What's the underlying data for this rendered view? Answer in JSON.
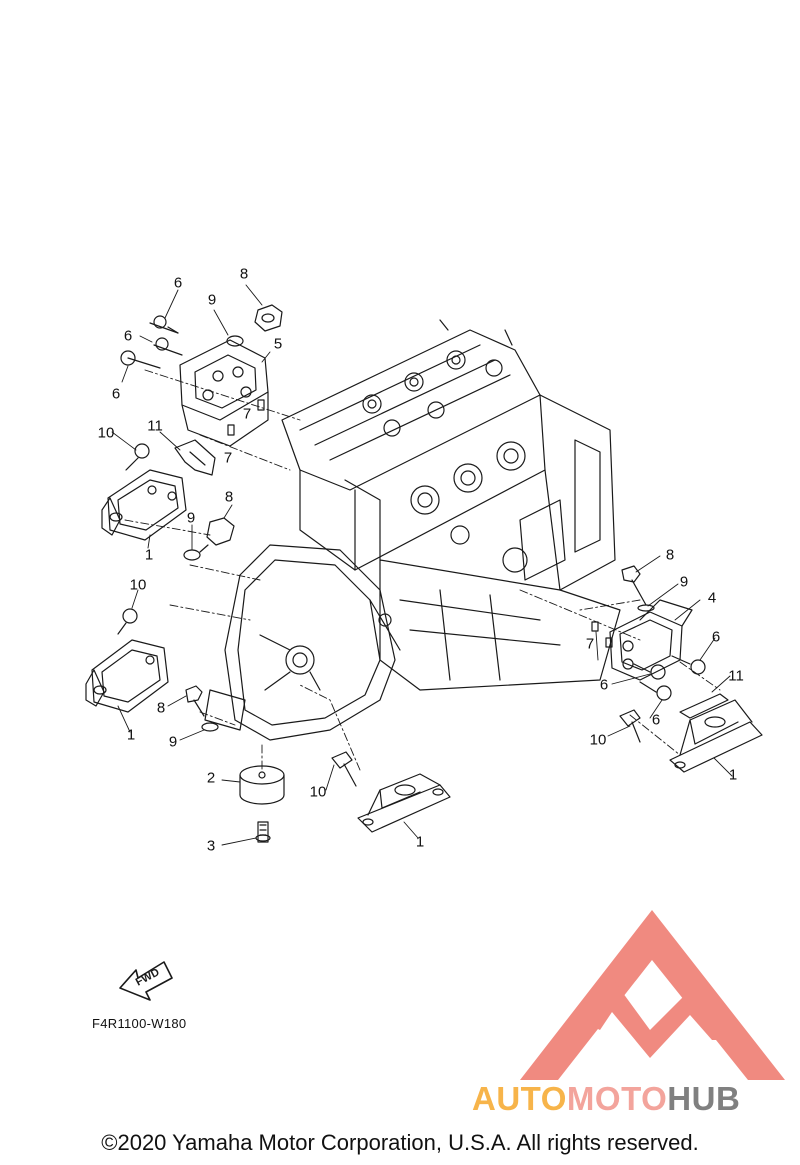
{
  "diagram": {
    "callouts": {
      "c1": "1",
      "c2": "1",
      "c3": "1",
      "c4": "1",
      "c5": "2",
      "c6": "3",
      "c7": "4",
      "c8": "5",
      "c9": "6",
      "c10": "6",
      "c11": "6",
      "c12": "6",
      "c13": "6",
      "c14": "6",
      "c15": "7",
      "c16": "7",
      "c17": "7",
      "c18": "8",
      "c19": "8",
      "c20": "8",
      "c21": "8",
      "c22": "9",
      "c23": "9",
      "c24": "9",
      "c25": "9",
      "c26": "10",
      "c27": "10",
      "c28": "10",
      "c29": "10",
      "c30": "11",
      "c31": "11"
    },
    "fwd_label": "FWD",
    "part_code": "F4R1100-W180"
  },
  "watermark": {
    "part1": "AUTO",
    "part2": "MOTO",
    "part3": "HUB",
    "colors": {
      "logo": "#f08a80",
      "auto": "#f7b44a",
      "moto": "#f3a49c",
      "hub": "#808080"
    }
  },
  "footer": {
    "copyright": "©2020 Yamaha Motor Corporation, U.S.A. All rights reserved."
  }
}
